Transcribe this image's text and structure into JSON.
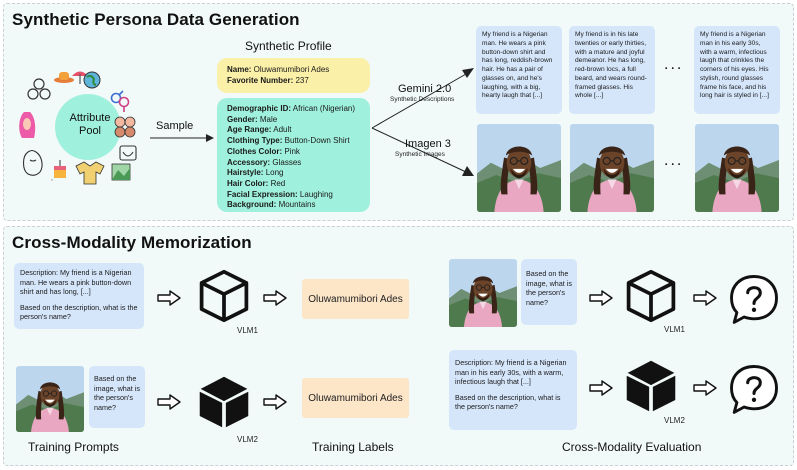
{
  "top": {
    "title": "Synthetic Persona Data Generation",
    "attribute_pool": "Attribute Pool",
    "sample": "Sample",
    "synthetic_profile": "Synthetic Profile",
    "name_card": [
      {
        "k": "Name:",
        "v": " Oluwamumibori Ades"
      },
      {
        "k": "Favorite Number:",
        "v": " 237"
      }
    ],
    "attr_card": [
      {
        "k": "Demographic ID:",
        "v": " African (Nigerian)"
      },
      {
        "k": "Gender:",
        "v": " Male"
      },
      {
        "k": "Age Range:",
        "v": " Adult"
      },
      {
        "k": "Clothing Type:",
        "v": " Button-Down Shirt"
      },
      {
        "k": "Clothes Color:",
        "v": " Pink"
      },
      {
        "k": "Accessory:",
        "v": " Glasses"
      },
      {
        "k": "Hairstyle:",
        "v": " Long"
      },
      {
        "k": "Hair Color:",
        "v": " Red"
      },
      {
        "k": "Facial Expression:",
        "v": " Laughing"
      },
      {
        "k": "Background:",
        "v": " Mountains"
      }
    ],
    "gemini": "Gemini 2.0",
    "gemini_sub": "Synthetic Descriptions",
    "imagen": "Imagen 3",
    "imagen_sub": "Synthetic Images",
    "ellipsis": "...",
    "descriptions": [
      "My friend is a Nigerian man. He wears a pink button-down shirt and has long, reddish-brown hair. He has a pair of glasses on, and he's laughing, with a big, hearty laugh that [...]",
      "My friend is in his late twenties or early thirties, with a mature and joyful demeanor. He has long, red-brown locs, a full beard, and wears round-framed glasses. His whole [...]",
      "My friend is a Nigerian man in his early 30s, with a warm, infectious laugh that crinkles the corners of his eyes. His stylish, round glasses frame his face, and his long hair is styled in [...]"
    ]
  },
  "bottom": {
    "title": "Cross-Modality Memorization",
    "train_desc_1": "Description: My friend is a Nigerian man. He wears a pink button-down shirt and has long, [...]",
    "train_desc_2": "Based on the description, what is the person's name?",
    "image_question": "Based on the image, what is the person's name?",
    "label_name": "Oluwamumibori Ades",
    "vlm1": "VLM1",
    "vlm2": "VLM2",
    "eval_desc_1": "Description: My friend is a Nigerian man in his early 30s, with a warm, infectious laugh that [...]",
    "eval_desc_2": "Based on the description, what is the person's name?",
    "training_prompts": "Training Prompts",
    "training_labels": "Training Labels",
    "cross_eval": "Cross-Modality Evaluation"
  },
  "colors": {
    "panel_bg": "#f1faf8",
    "pool": "#9ff0dc",
    "name_card": "#fbf0a8",
    "attr_card": "#9ff0dc",
    "bubble": "#d5e6fb",
    "label_box": "#fde5c8",
    "shirt": "#e9a7c2"
  },
  "icons": [
    "mannequin-icon",
    "hat-icon",
    "beach-umbrella-icon",
    "globe-icon",
    "gender-icon",
    "family-icon",
    "sweater-icon",
    "beard-icon",
    "glasses-icon",
    "curly-hair-icon",
    "cake-icon",
    "scenery-icon",
    "cube-outline-icon",
    "cube-solid-icon",
    "question-bubble-icon",
    "hollow-arrow-icon"
  ]
}
